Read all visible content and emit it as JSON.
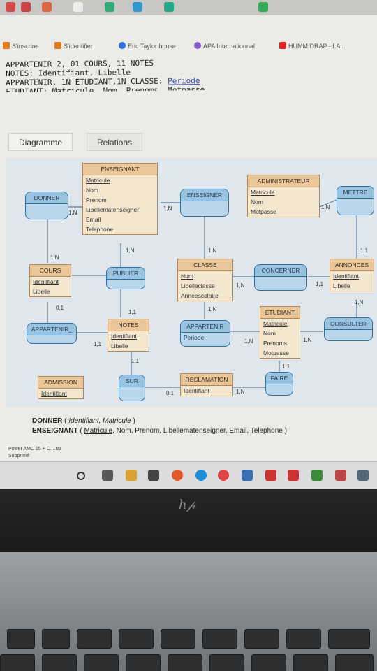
{
  "bookmarks": [
    {
      "label": "S'inscrire",
      "icon": "py-icon"
    },
    {
      "label": "S'identifier",
      "icon": "py-icon"
    },
    {
      "label": "Eric Taylor house",
      "icon": "facebook-icon"
    },
    {
      "label": "APA Internationnal",
      "icon": "link-icon"
    },
    {
      "label": "HUMM DRAP - LA...",
      "icon": "youtube-icon"
    }
  ],
  "text_lines": [
    "APPARTENIR_2, 01 COURS, 11 NOTES",
    "NOTES: Identifiant, Libelle",
    "APPARTENIR, 1N ETUDIANT,1N CLASSE: Periode",
    "ETUDIANT: Matricule, Nom, Prenoms, Motpasse"
  ],
  "text_line3_prefix": "APPARTENIR, 1N ETUDIANT,1N CLASSE: ",
  "text_line3_link": "Periode",
  "view_tabs": {
    "diagram": "Diagramme",
    "relations": "Relations"
  },
  "entities": {
    "enseignant": {
      "title": "ENSEIGNANT",
      "attrs": [
        "Matricule",
        "Nom",
        "Prenom",
        "Libellematenseigner",
        "Email",
        "Telephone"
      ]
    },
    "administrateur": {
      "title": "ADMINISTRATEUR",
      "attrs": [
        "Matricule",
        "Nom",
        "Motpasse"
      ]
    },
    "cours": {
      "title": "COURS",
      "attrs": [
        "Identifiant",
        "Libelle"
      ]
    },
    "classe": {
      "title": "CLASSE",
      "attrs": [
        "Num",
        "Libelleclasse",
        "Anneescolaire"
      ]
    },
    "annonces": {
      "title": "ANNONCES",
      "attrs": [
        "Identifiant",
        "Libelle"
      ]
    },
    "notes": {
      "title": "NOTES",
      "attrs": [
        "Identifiant",
        "Libelle"
      ]
    },
    "etudiant": {
      "title": "ETUDIANT",
      "attrs": [
        "Matricule",
        "Nom",
        "Prenoms",
        "Motpasse"
      ]
    },
    "admission": {
      "title": "ADMISSION",
      "attrs": [
        "Identifiant"
      ]
    },
    "reclamation": {
      "title": "RECLAMATION",
      "attrs": [
        "Identifiant"
      ]
    }
  },
  "relations": {
    "donner": {
      "title": "DONNER"
    },
    "enseigner": {
      "title": "ENSEIGNER"
    },
    "mettre": {
      "title": "METTRE"
    },
    "publier": {
      "title": "PUBLIER"
    },
    "concerner": {
      "title": "CONCERNER"
    },
    "appartenir2": {
      "title": "APPARTENIR_"
    },
    "appartenir": {
      "title": "APPARTENIR",
      "attr": "Periode"
    },
    "consulter": {
      "title": "CONSULTER"
    },
    "sur": {
      "title": "SUR"
    },
    "faire": {
      "title": "FAIRE"
    }
  },
  "cardinalities": {
    "donner_ens": "1,N",
    "ens_enseigner": "1,N",
    "adm_mettre": "1,N",
    "donner_cours": "1,N",
    "publier_ens": "1,N",
    "enseigner_classe": "1,N",
    "mettre_annonces": "1,1",
    "cours_app2": "0,1",
    "publier_notes": "1,1",
    "classe_concerner": "1,N",
    "concerner_annonces": "1,1",
    "classe_appartenir": "1,N",
    "annonces_consulter": "1,N",
    "app2_notes": "1,1",
    "appartenir_etudiant": "1,N",
    "etudiant_consulter": "1,N",
    "notes_sur": "1,1",
    "etudiant_faire": "1,1",
    "sur_reclamation": "0,1",
    "reclamation_faire": "1,N"
  },
  "schema": {
    "line1_name": "DONNER",
    "line1_keys": "Identifiant, Matricule",
    "line2_name": "ENSEIGNANT",
    "line2_key": "Matricule",
    "line2_rest": ", Nom, Prenom, Libellematenseigner, Email, Telephone )"
  },
  "status": {
    "line1": "Power AMC 15 + C....rar",
    "line2": "Supprimé"
  },
  "colors": {
    "entity_header": "#e9c79a",
    "relation_body": "#b9d6ea",
    "diagram_bg": "#dfe6ec"
  }
}
